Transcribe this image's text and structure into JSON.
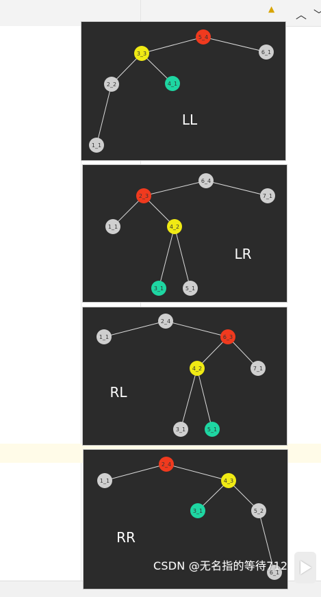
{
  "colors": {
    "panel_bg": "#2b2b2b",
    "node_red": "#f03a1e",
    "node_yellow": "#f0ea14",
    "node_green": "#1ed6a2",
    "node_grey": "#cfcfcf",
    "edge": "#dcdcdc",
    "label": "#ffffff"
  },
  "toolbar": {
    "up_icon": "chevron-up-icon",
    "down_icon": "chevron-down-icon"
  },
  "watermark": "CSDN @无名指的等待712",
  "panels": [
    {
      "id": "ll",
      "label": "LL",
      "nodes": [
        {
          "id": "n5",
          "text": "5_4",
          "color": "red"
        },
        {
          "id": "n3",
          "text": "3_3",
          "color": "yellow"
        },
        {
          "id": "n6",
          "text": "6_1",
          "color": "grey"
        },
        {
          "id": "n2",
          "text": "2_2",
          "color": "grey"
        },
        {
          "id": "n4",
          "text": "4_1",
          "color": "green"
        },
        {
          "id": "n1",
          "text": "1_1",
          "color": "grey"
        }
      ],
      "edges": [
        [
          "n5",
          "n3"
        ],
        [
          "n5",
          "n6"
        ],
        [
          "n3",
          "n2"
        ],
        [
          "n3",
          "n4"
        ],
        [
          "n2",
          "n1"
        ]
      ]
    },
    {
      "id": "lr",
      "label": "LR",
      "nodes": [
        {
          "id": "n6",
          "text": "6_4",
          "color": "grey"
        },
        {
          "id": "n2",
          "text": "2_3",
          "color": "red"
        },
        {
          "id": "n7",
          "text": "7_1",
          "color": "grey"
        },
        {
          "id": "n1",
          "text": "1_1",
          "color": "grey"
        },
        {
          "id": "n4",
          "text": "4_2",
          "color": "yellow"
        },
        {
          "id": "n3",
          "text": "3_1",
          "color": "green"
        },
        {
          "id": "n5",
          "text": "5_1",
          "color": "grey"
        }
      ],
      "edges": [
        [
          "n6",
          "n2"
        ],
        [
          "n6",
          "n7"
        ],
        [
          "n2",
          "n1"
        ],
        [
          "n2",
          "n4"
        ],
        [
          "n4",
          "n3"
        ],
        [
          "n4",
          "n5"
        ]
      ]
    },
    {
      "id": "rl",
      "label": "RL",
      "nodes": [
        {
          "id": "n2",
          "text": "2_4",
          "color": "grey"
        },
        {
          "id": "n1",
          "text": "1_1",
          "color": "grey"
        },
        {
          "id": "n6",
          "text": "6_3",
          "color": "red"
        },
        {
          "id": "n4",
          "text": "4_2",
          "color": "yellow"
        },
        {
          "id": "n7",
          "text": "7_1",
          "color": "grey"
        },
        {
          "id": "n3",
          "text": "3_1",
          "color": "grey"
        },
        {
          "id": "n5",
          "text": "5_1",
          "color": "green"
        }
      ],
      "edges": [
        [
          "n2",
          "n1"
        ],
        [
          "n2",
          "n6"
        ],
        [
          "n6",
          "n4"
        ],
        [
          "n6",
          "n7"
        ],
        [
          "n4",
          "n3"
        ],
        [
          "n4",
          "n5"
        ]
      ]
    },
    {
      "id": "rr",
      "label": "RR",
      "nodes": [
        {
          "id": "n2",
          "text": "2_4",
          "color": "red"
        },
        {
          "id": "n1",
          "text": "1_1",
          "color": "grey"
        },
        {
          "id": "n4",
          "text": "4_3",
          "color": "yellow"
        },
        {
          "id": "n3",
          "text": "3_1",
          "color": "green"
        },
        {
          "id": "n5",
          "text": "5_2",
          "color": "grey"
        },
        {
          "id": "n6",
          "text": "6_1",
          "color": "grey"
        }
      ],
      "edges": [
        [
          "n2",
          "n1"
        ],
        [
          "n2",
          "n4"
        ],
        [
          "n4",
          "n3"
        ],
        [
          "n4",
          "n5"
        ],
        [
          "n5",
          "n6"
        ]
      ]
    }
  ]
}
